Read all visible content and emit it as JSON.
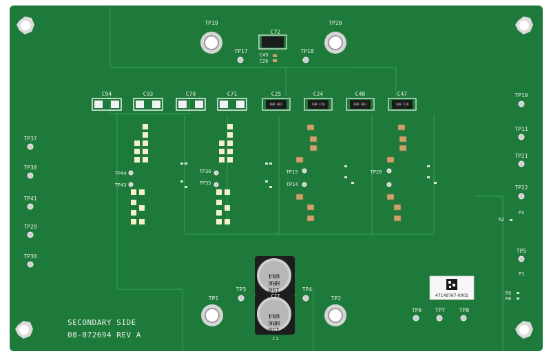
{
  "board": {
    "board_color": "#1f7a3a",
    "trace_color": "#2f8f4a",
    "silk_color": "#e8efe8",
    "side_text": "SECONDARY SIDE",
    "part_number": "08-072694 REV A",
    "barcode_label": "47149767-0001"
  },
  "test_points": [
    {
      "id": "tp19",
      "label": "TP19"
    },
    {
      "id": "tp20",
      "label": "TP20"
    },
    {
      "id": "tp17",
      "label": "TP17"
    },
    {
      "id": "tp18",
      "label": "TP18"
    },
    {
      "id": "tp1",
      "label": "TP1"
    },
    {
      "id": "tp2",
      "label": "TP2"
    },
    {
      "id": "tp3",
      "label": "TP3"
    },
    {
      "id": "tp4",
      "label": "TP4"
    },
    {
      "id": "tp10",
      "label": "TP10"
    },
    {
      "id": "tp11",
      "label": "TP11"
    },
    {
      "id": "tp21",
      "label": "TP21"
    },
    {
      "id": "tp22",
      "label": "TP22"
    },
    {
      "id": "tp5",
      "label": "TP5"
    },
    {
      "id": "tp37",
      "label": "TP37"
    },
    {
      "id": "tp38",
      "label": "TP38"
    },
    {
      "id": "tp41",
      "label": "TP41"
    },
    {
      "id": "tp29",
      "label": "TP29"
    },
    {
      "id": "tp30",
      "label": "TP30"
    },
    {
      "id": "tp6",
      "label": "TP6"
    },
    {
      "id": "tp7",
      "label": "TP7"
    },
    {
      "id": "tp8",
      "label": "TP8"
    },
    {
      "id": "tp43",
      "label": "TP43"
    },
    {
      "id": "tp44",
      "label": "TP44"
    },
    {
      "id": "tp35",
      "label": "TP35"
    },
    {
      "id": "tp36",
      "label": "TP36"
    },
    {
      "id": "tp14",
      "label": "TP14"
    },
    {
      "id": "tp15",
      "label": "TP15"
    },
    {
      "id": "tp28",
      "label": "TP28"
    }
  ],
  "caps_top_row": [
    "C94",
    "C93",
    "C70",
    "C71",
    "C25",
    "C24",
    "C48",
    "C47"
  ],
  "cap_top": "C72",
  "cap_top_small": [
    "C49",
    "C26"
  ],
  "electrolytic": [
    {
      "ref": "C27",
      "marking1": "150",
      "marking2": "HRK",
      "marking3": "6N4"
    },
    {
      "ref": "C1",
      "marking1": "150",
      "marking2": "HRK",
      "marking3": "6N4"
    }
  ],
  "tantalum_marking": {
    "line1": "100",
    "line2": "C26"
  },
  "misc_refs": [
    "P1",
    "P2",
    "R2",
    "R9",
    "R8"
  ]
}
